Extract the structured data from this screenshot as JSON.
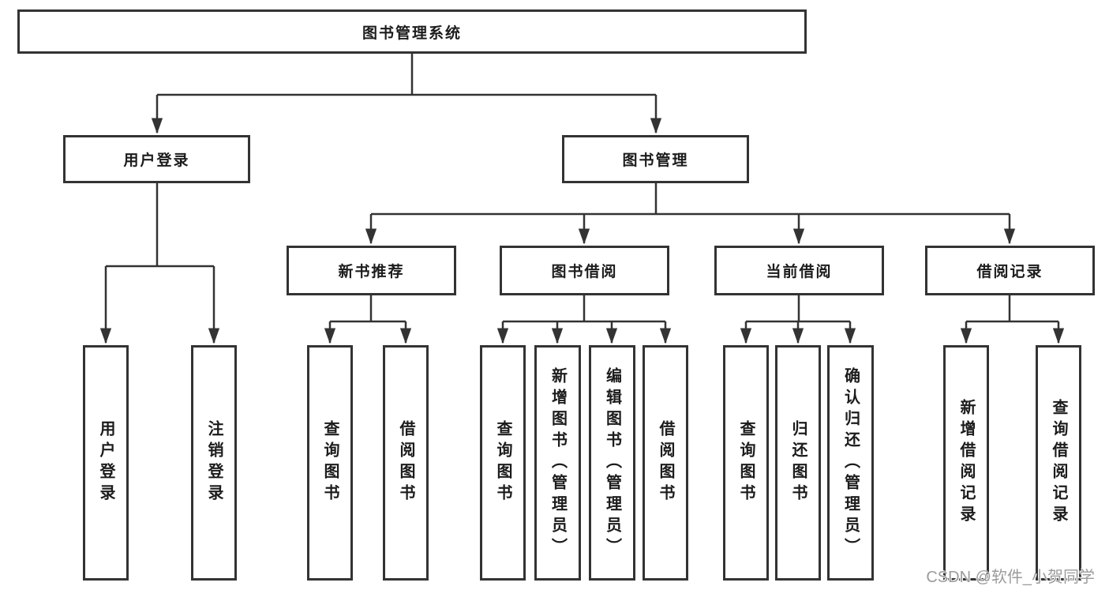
{
  "diagram": {
    "type": "tree-structure-chart",
    "colors": {
      "line": "#333333",
      "box_border": "#333333",
      "box_background": "#ffffff",
      "text": "#1c1c1c",
      "watermark": "#9b9b9b"
    },
    "nodes": {
      "root": {
        "label": "图书管理系统"
      },
      "level2": [
        {
          "label": "用户登录"
        },
        {
          "label": "图书管理"
        }
      ],
      "level3": [
        {
          "label": "新书推荐"
        },
        {
          "label": "图书借阅"
        },
        {
          "label": "当前借阅"
        },
        {
          "label": "借阅记录"
        }
      ],
      "leaves": {
        "login": [
          "用户登录",
          "注销登录"
        ],
        "recommend": [
          "查询图书",
          "借阅图书"
        ],
        "borrow": [
          "查询图书",
          "新增图书（管理员）",
          "编辑图书（管理员）",
          "借阅图书"
        ],
        "current": [
          "查询图书",
          "归还图书",
          "确认归还（管理员）"
        ],
        "records": [
          "新增借阅记录",
          "查询借阅记录"
        ]
      }
    },
    "watermark": "CSDN @软件_小贺同学"
  }
}
